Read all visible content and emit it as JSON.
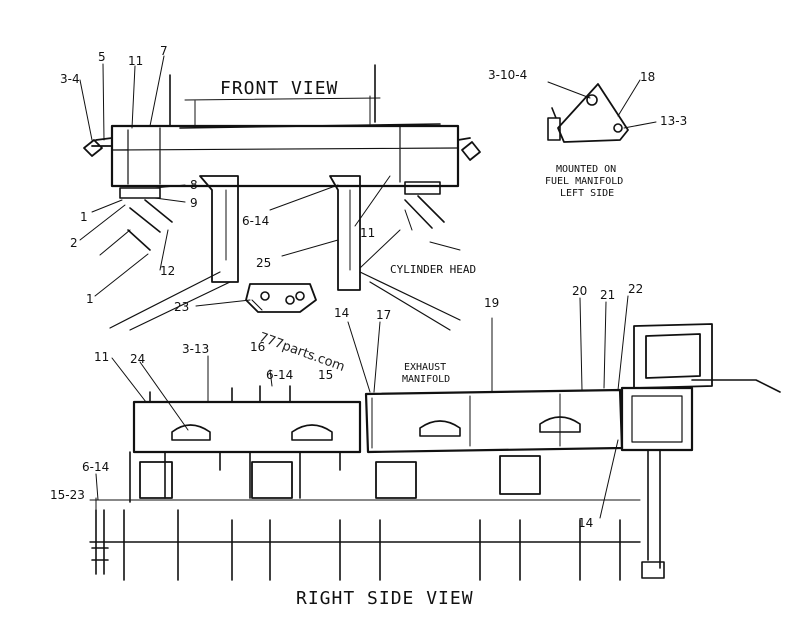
{
  "titles": {
    "front_view": "FRONT VIEW",
    "right_side_view": "RIGHT SIDE VIEW"
  },
  "notes": {
    "mounted_line1": "MOUNTED ON",
    "mounted_line2": "FUEL MANIFOLD",
    "mounted_line3": "LEFT SIDE",
    "cylinder_head": "CYLINDER HEAD",
    "exhaust_line1": "EXHAUST",
    "exhaust_line2": "MANIFOLD"
  },
  "watermark": "777parts.com",
  "callouts": {
    "c_3_4": "3-4",
    "c_5": "5",
    "c_11a": "11",
    "c_7": "7",
    "c_8": "8",
    "c_9": "9",
    "c_1a": "1",
    "c_2": "2",
    "c_12": "12",
    "c_1b": "1",
    "c_6_14a": "6-14",
    "c_25": "25",
    "c_11b": "11",
    "c_23": "23",
    "c_3_10_4": "3-10-4",
    "c_18": "18",
    "c_13_3": "13-3",
    "c_14a": "14",
    "c_17": "17",
    "c_19": "19",
    "c_20": "20",
    "c_21": "21",
    "c_22": "22",
    "c_16": "16",
    "c_15": "15",
    "c_11c": "11",
    "c_24": "24",
    "c_3_13": "3-13",
    "c_6_14b": "6-14",
    "c_6_14c": "6-14",
    "c_15_23": "15-23",
    "c_14b": "14"
  },
  "colors": {
    "ink": "#111111",
    "background": "#ffffff"
  }
}
